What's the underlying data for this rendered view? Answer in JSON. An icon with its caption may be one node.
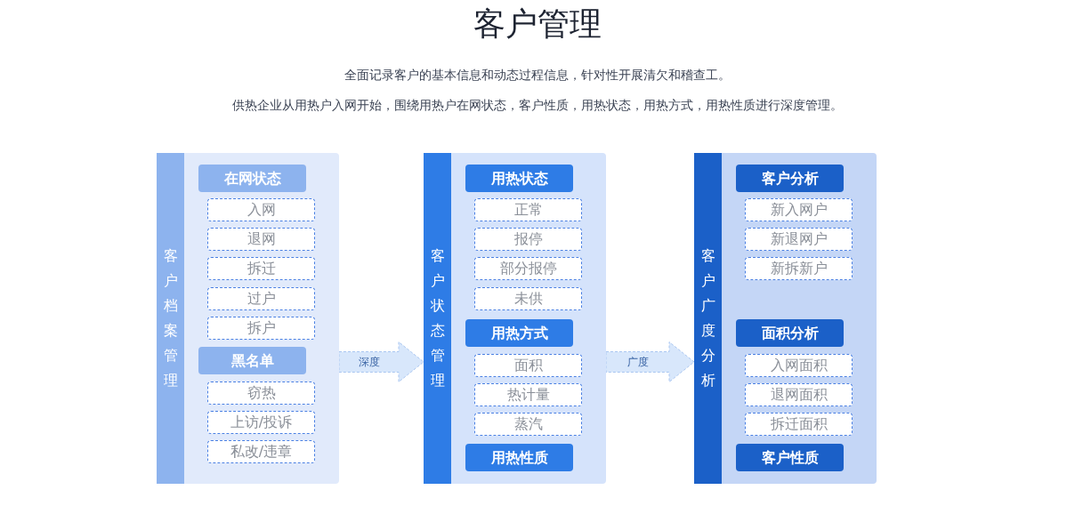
{
  "diagram": {
    "title": "客户管理",
    "nodes": [
      {
        "text": [
          "客户档案管理"
        ]
      },
      {
        "text": [
          "在网状态"
        ],
        "in": 0
      },
      {
        "text": [
          "入网"
        ],
        "in": 0
      },
      {
        "text": [
          "退网"
        ],
        "in": 0
      },
      {
        "text": [
          "拆迁"
        ],
        "in": 0
      },
      {
        "text": [
          "过户"
        ],
        "in": 0
      },
      {
        "text": [
          "拆户"
        ],
        "in": 0
      },
      {
        "text": [
          "黑名单"
        ],
        "in": 0
      },
      {
        "text": [
          "窃热"
        ],
        "in": 0
      },
      {
        "text": [
          "上访/投诉"
        ],
        "in": 0
      },
      {
        "text": [
          "私改/违章"
        ],
        "in": 0
      },
      {
        "text": [
          "客户状态管理"
        ]
      },
      {
        "text": [
          "用热状态"
        ],
        "in": 11
      },
      {
        "text": [
          "正常"
        ],
        "in": 11
      },
      {
        "text": [
          "报停"
        ],
        "in": 11
      },
      {
        "text": [
          "部分报停"
        ],
        "in": 11
      },
      {
        "text": [
          "未供"
        ],
        "in": 11
      },
      {
        "text": [
          "用热方式"
        ],
        "in": 11
      },
      {
        "text": [
          "面积"
        ],
        "in": 11
      },
      {
        "text": [
          "热计量"
        ],
        "in": 11
      },
      {
        "text": [
          "蒸汽"
        ],
        "in": 11
      },
      {
        "text": [
          "用热性质"
        ],
        "in": 11
      },
      {
        "text": [
          "客户广度分析"
        ]
      },
      {
        "text": [
          "客户分析"
        ],
        "in": 22
      },
      {
        "text": [
          "新入网户"
        ],
        "in": 22
      },
      {
        "text": [
          "新退网户"
        ],
        "in": 22
      },
      {
        "text": [
          "新拆新户"
        ],
        "in": 22
      },
      {
        "text": [
          "面积分析"
        ],
        "in": 22
      },
      {
        "text": [
          "入网面积"
        ],
        "in": 22
      },
      {
        "text": [
          "退网面积"
        ],
        "in": 22
      },
      {
        "text": [
          "拆迁面积"
        ],
        "in": 22
      },
      {
        "text": [
          "客户性质"
        ],
        "in": 22
      }
    ],
    "edges": [
      {
        "from": 0,
        "to": 11,
        "arrow": "to",
        "label": "深度"
      },
      {
        "from": 11,
        "to": 22,
        "arrow": "to",
        "label": "广度"
      }
    ],
    "labels": [
      "全面记录客户的基本信息和动态过程信息，针对性开展清欠和稽查工。",
      "供热企业从用热户入网开始，围绕用热户在网状态，客户性质，用热状态，用热方式，用热性质进行深度管理。"
    ]
  }
}
